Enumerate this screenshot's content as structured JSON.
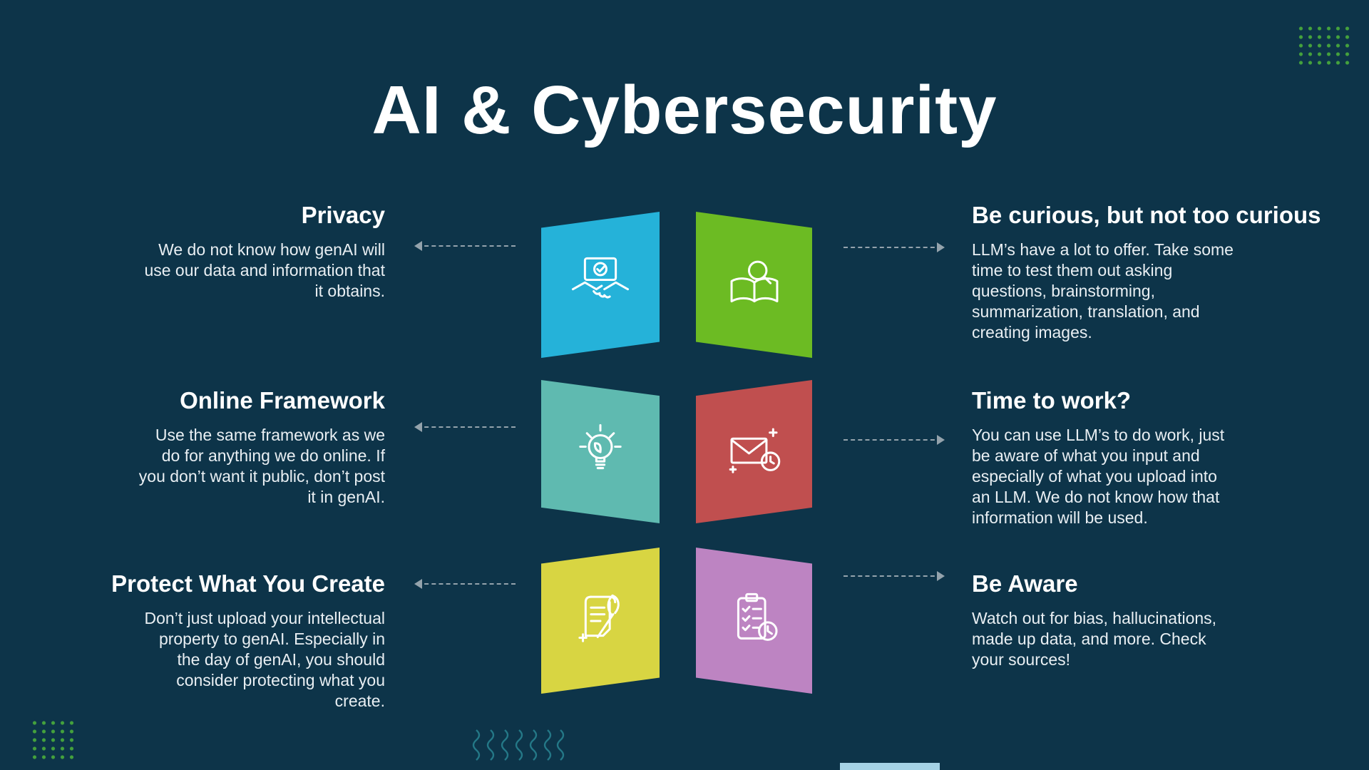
{
  "slide": {
    "title": "AI & Cybersecurity"
  },
  "colors": {
    "background": "#0d3449",
    "title_text": "#ffffff",
    "heading_text": "#ffffff",
    "body_text": "#e9eff3",
    "arrow": "#94a3ac",
    "dots": "#44a13c",
    "squiggle": "#27808e",
    "accent_bar": "#a5d3e6"
  },
  "cards": {
    "left": [
      {
        "heading": "Privacy",
        "body": "We do not know how genAI will use our data and information that it obtains.",
        "shape_color": "#25b2d9",
        "icon": "handshake-certificate-icon"
      },
      {
        "heading": "Online Framework",
        "body": "Use the same framework as we do for anything we do online. If you don’t want it public, don’t post it in genAI.",
        "shape_color": "#5fbab0",
        "icon": "lightbulb-leaf-icon"
      },
      {
        "heading": "Protect What You Create",
        "body": "Don’t just upload your intellectual property to genAI.  Especially in the day of genAI, you should consider protecting what you create.",
        "shape_color": "#d8d542",
        "icon": "scroll-quill-icon"
      }
    ],
    "right": [
      {
        "heading": "Be curious, but not too curious",
        "body": "LLM’s have a lot to offer.  Take some time to test them out asking questions, brainstorming, summarization, translation, and creating images.",
        "shape_color": "#6cbb23",
        "icon": "book-magnifier-icon"
      },
      {
        "heading": "Time to work?",
        "body": "You can use LLM’s to do work, just be aware of what you input and especially of what you upload into an LLM.  We do not know how that information will be used.",
        "shape_color": "#c04f4f",
        "icon": "envelope-clock-icon"
      },
      {
        "heading": "Be Aware",
        "body": "Watch out for bias, hallucinations, made up data, and more.  Check your sources!",
        "shape_color": "#bd84c2",
        "icon": "clipboard-clock-icon"
      }
    ]
  }
}
